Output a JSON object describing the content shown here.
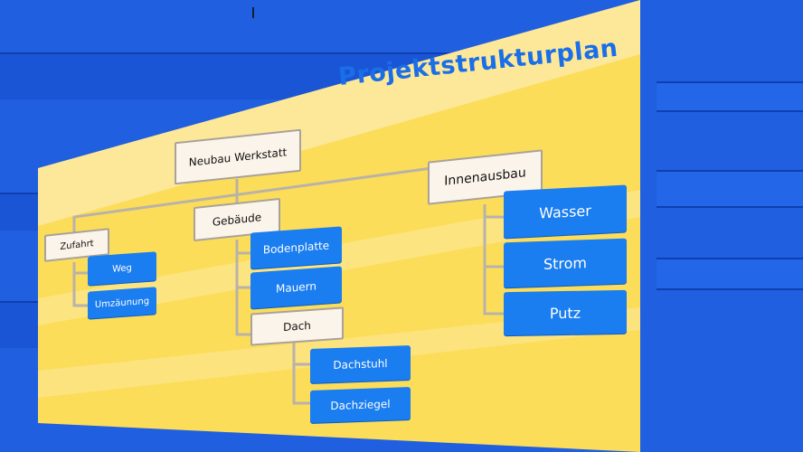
{
  "diagram": {
    "title": "Projektstrukturplan",
    "root": "Neubau Werkstatt",
    "branches": {
      "zufahrt": {
        "label": "Zufahrt",
        "items": [
          "Weg",
          "Umzäunung"
        ]
      },
      "gebaeude": {
        "label": "Gebäude",
        "items": [
          "Bodenplatte",
          "Mauern"
        ],
        "dach": {
          "label": "Dach",
          "items": [
            "Dachstuhl",
            "Dachziegel"
          ]
        }
      },
      "innenausbau": {
        "label": "Innenausbau",
        "items": [
          "Wasser",
          "Strom",
          "Putz"
        ]
      }
    }
  },
  "colors": {
    "background": "#1f5fe0",
    "board_yellow": "#fbdd5a",
    "board_light": "#fde9a0",
    "title_blue": "#1a6ee8",
    "box_blue": "#1a7df0",
    "box_white": "#fbf4ea",
    "connector": "#b9b2a8"
  }
}
